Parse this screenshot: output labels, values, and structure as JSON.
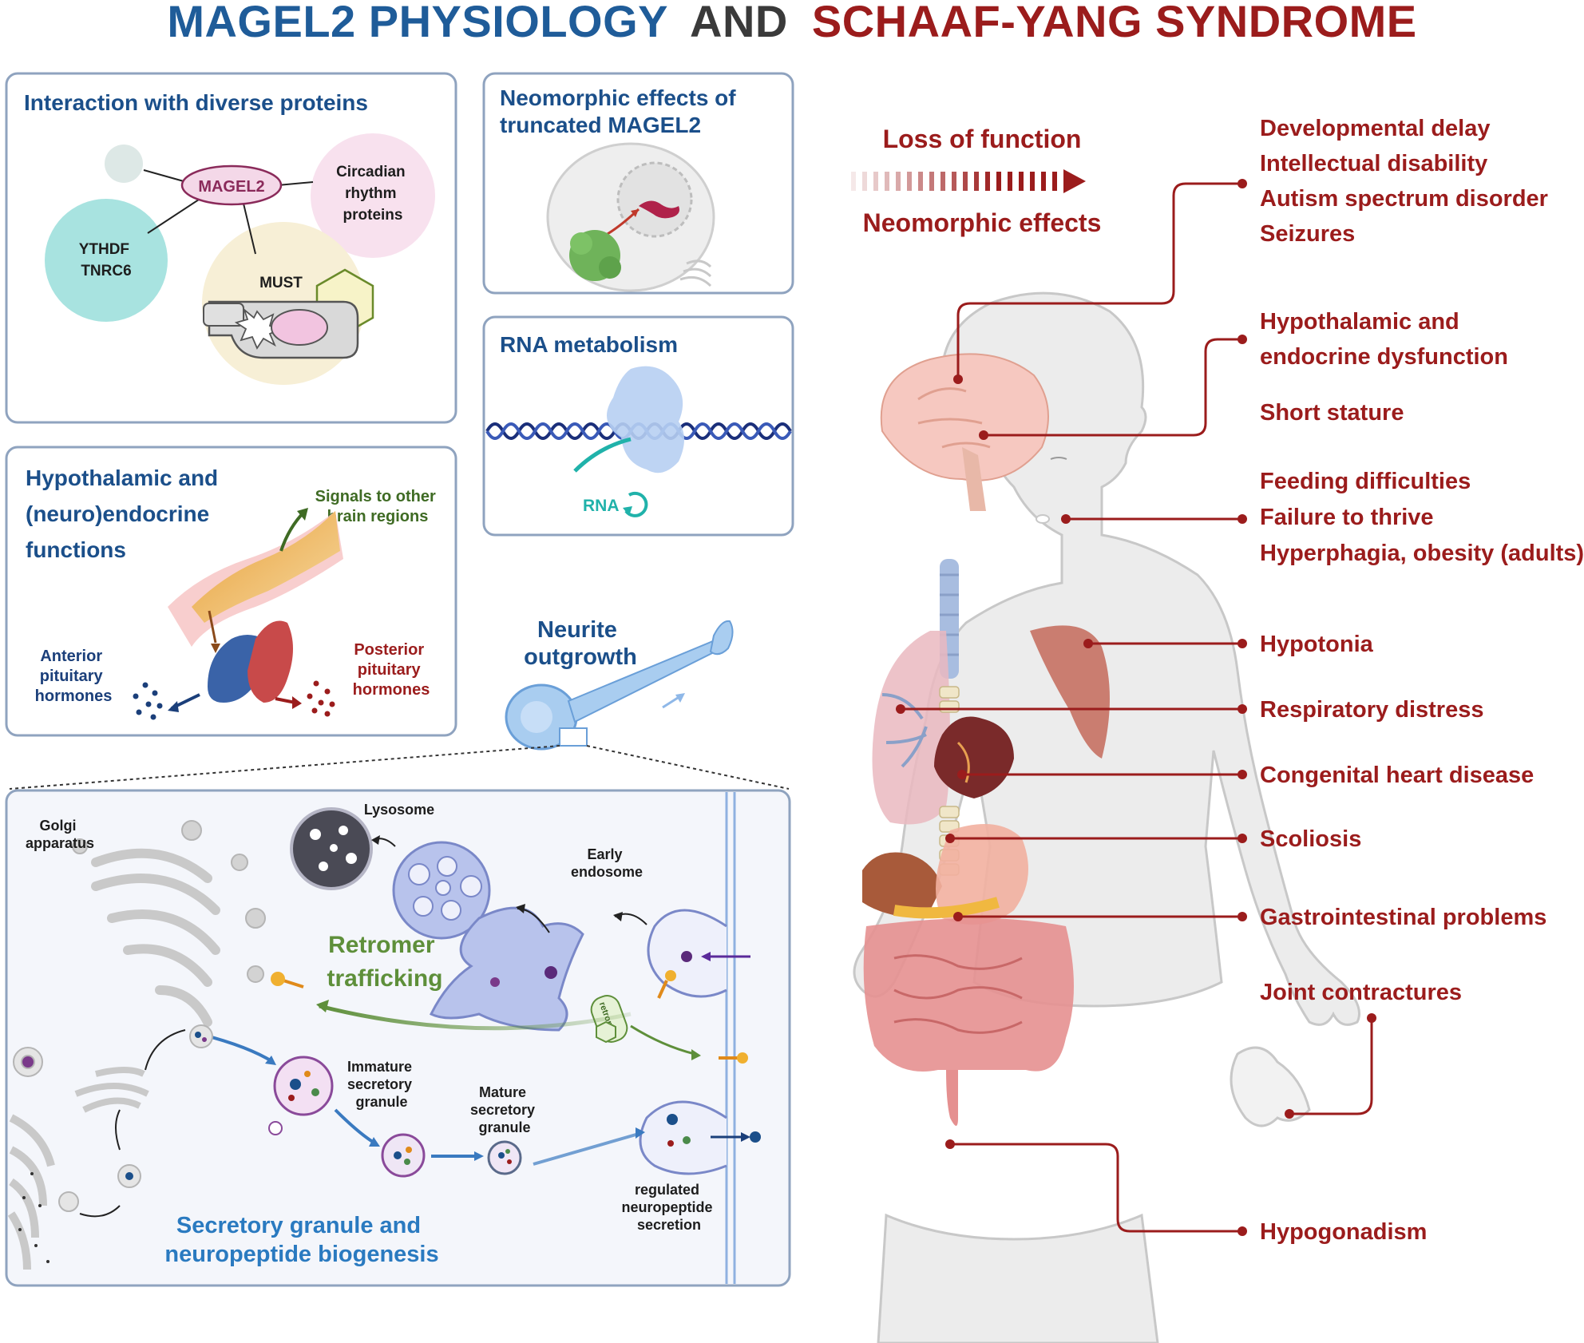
{
  "title": {
    "part1": "MAGEL2 PHYSIOLOGY",
    "part2": "AND",
    "part3": "SCHAAF-YANG SYNDROME",
    "colors": {
      "part1": "#1f5c99",
      "part2": "#3a3a3a",
      "part3": "#9b1c1c"
    }
  },
  "panel_interactions": {
    "title": "Interaction with diverse proteins",
    "magel2": "MAGEL2",
    "circadian": [
      "Circadian",
      "rhythm",
      "proteins"
    ],
    "ythdf": [
      "YTHDF",
      "TNRC6"
    ],
    "must": "MUST"
  },
  "panel_neomorphic": {
    "title": [
      "Neomorphic effects of",
      "truncated MAGEL2"
    ]
  },
  "panel_rna": {
    "title": "RNA metabolism",
    "rna_label": "RNA"
  },
  "panel_hypothalamic": {
    "title": [
      "Hypothalamic and",
      "(neuro)endocrine",
      "functions"
    ],
    "signals": [
      "Signals to other",
      "brain regions"
    ],
    "anterior": [
      "Anterior",
      "pituitary",
      "hormones"
    ],
    "posterior": [
      "Posterior",
      "pituitary",
      "hormones"
    ]
  },
  "neurite": {
    "label": [
      "Neurite",
      "outgrowth"
    ]
  },
  "cell_panel": {
    "golgi": [
      "Golgi",
      "apparatus"
    ],
    "lysosome": "Lysosome",
    "early_endosome": [
      "Early",
      "endosome"
    ],
    "retromer_trafficking": [
      "Retromer",
      "trafficking"
    ],
    "retromer_tag": "retromer",
    "immature": [
      "Immature",
      "secretory",
      "granule"
    ],
    "mature": [
      "Mature",
      "secretory",
      "granule"
    ],
    "regulated": [
      "regulated",
      "neuropeptide",
      "secretion"
    ],
    "secretory_title": [
      "Secretory granule and",
      "neuropeptide biogenesis"
    ]
  },
  "legend": {
    "loss": "Loss of function",
    "neomorphic": "Neomorphic effects"
  },
  "symptoms": {
    "neuro": [
      "Developmental delay",
      "Intellectual disability",
      "Autism spectrum disorder",
      "Seizures"
    ],
    "hypothalamic": [
      "Hypothalamic and",
      "endocrine dysfunction"
    ],
    "short_stature": "Short stature",
    "feeding": [
      "Feeding difficulties",
      "Failure to thrive",
      "Hyperphagia, obesity (adults)"
    ],
    "hypotonia": "Hypotonia",
    "respiratory": "Respiratory distress",
    "heart": "Congenital heart disease",
    "scoliosis": "Scoliosis",
    "gi": "Gastrointestinal problems",
    "joint": "Joint contractures",
    "hypogonadism": "Hypogonadism"
  }
}
